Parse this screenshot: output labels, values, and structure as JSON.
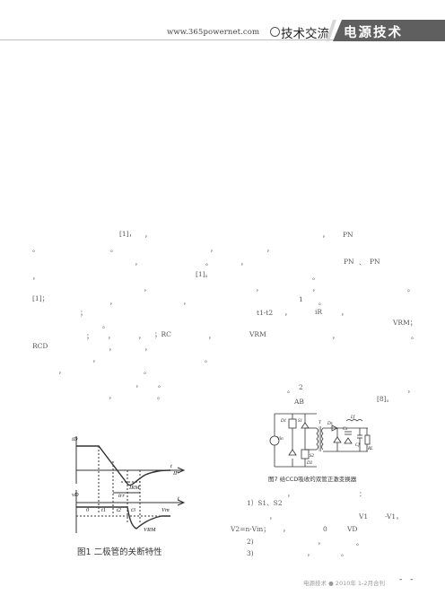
{
  "header": {
    "url": "www.365powernet.com",
    "section": "技术交流",
    "column": "电源技术"
  },
  "fragments": {
    "l1": "[1]，",
    "l1b": "，",
    "l1c": "，",
    "l1d": "PN",
    "l2a": "。",
    "l2b": "。",
    "l2c": "，",
    "l2d": "，",
    "l3a": "，",
    "l3b": "。",
    "l3c": "，",
    "l3d": "PN",
    "l3e": "、",
    "l3f": "PN",
    "l4a": "，",
    "l4b": "[1]。",
    "l4c": "。",
    "l5a": "，",
    "l5b": "，",
    "l5c": "，",
    "l5d": "。",
    "l6a": "[1]；",
    "l6b": "，",
    "l6c": "，",
    "l6d": "1",
    "l6e": "。",
    "l7a": "；",
    "l7b": "t1-t2",
    "l7c": "，",
    "l7d": "iR",
    "l7e": "，",
    "l8a": "。",
    "l8b": "VRM；",
    "l9a": "；",
    "l9b": "，",
    "l9c": "，",
    "l9d": "；RC",
    "l9e": "，",
    "l9f": "VRM",
    "l9g": "，",
    "l9h": "。",
    "l10a": "RCD",
    "l10b": "，",
    "l10c": "，",
    "l11a": "，",
    "l11b": "。",
    "l12a": "，",
    "l12b": "。",
    "l13a": "，",
    "l13b": "。",
    "l13c": "，",
    "l14a": "。",
    "l14b": "2",
    "l14c": "，",
    "l15a": "AB",
    "l15b": "[8]。",
    "r1": "，",
    "r1b": "：",
    "r2a": "1）S1、S2",
    "r3a": "，",
    "r3b": "V1",
    "r3c": "-V1，",
    "r4a": "V2=n·Vin；",
    "r4b": "，",
    "r4c": "0",
    "r4d": "VD",
    "r5a": "2)",
    "r5b": "，",
    "r5c": "。",
    "r6a": "3)",
    "r6b": "，",
    "r6c": "。"
  },
  "figure1": {
    "caption": "图1 二极管的关断特性",
    "labels": {
      "iD": "iD",
      "IF": "IF",
      "t_top": "t",
      "IRM": "IRM",
      "vD": "vD",
      "o": "0",
      "t1": "t1",
      "t2": "t2",
      "t3": "t3",
      "Vm": "Vm",
      "VRM": "VRM",
      "t_bot": "t",
      "trr": "trr"
    }
  },
  "figure7": {
    "caption": "图7 给CCD吸收的双管正激变换器",
    "labels": {
      "Vin": "Vin",
      "S1": "S1",
      "S2": "S2",
      "D1": "D1",
      "D2": "D2",
      "T": "T",
      "Ds": "Ds",
      "Cs": "Cs",
      "Lf": "Lf",
      "Cf": "Cf",
      "RL": "RL"
    }
  },
  "footer": {
    "text": "电源技术 ● 2010年 1-2月合刊",
    "page": "- -"
  }
}
